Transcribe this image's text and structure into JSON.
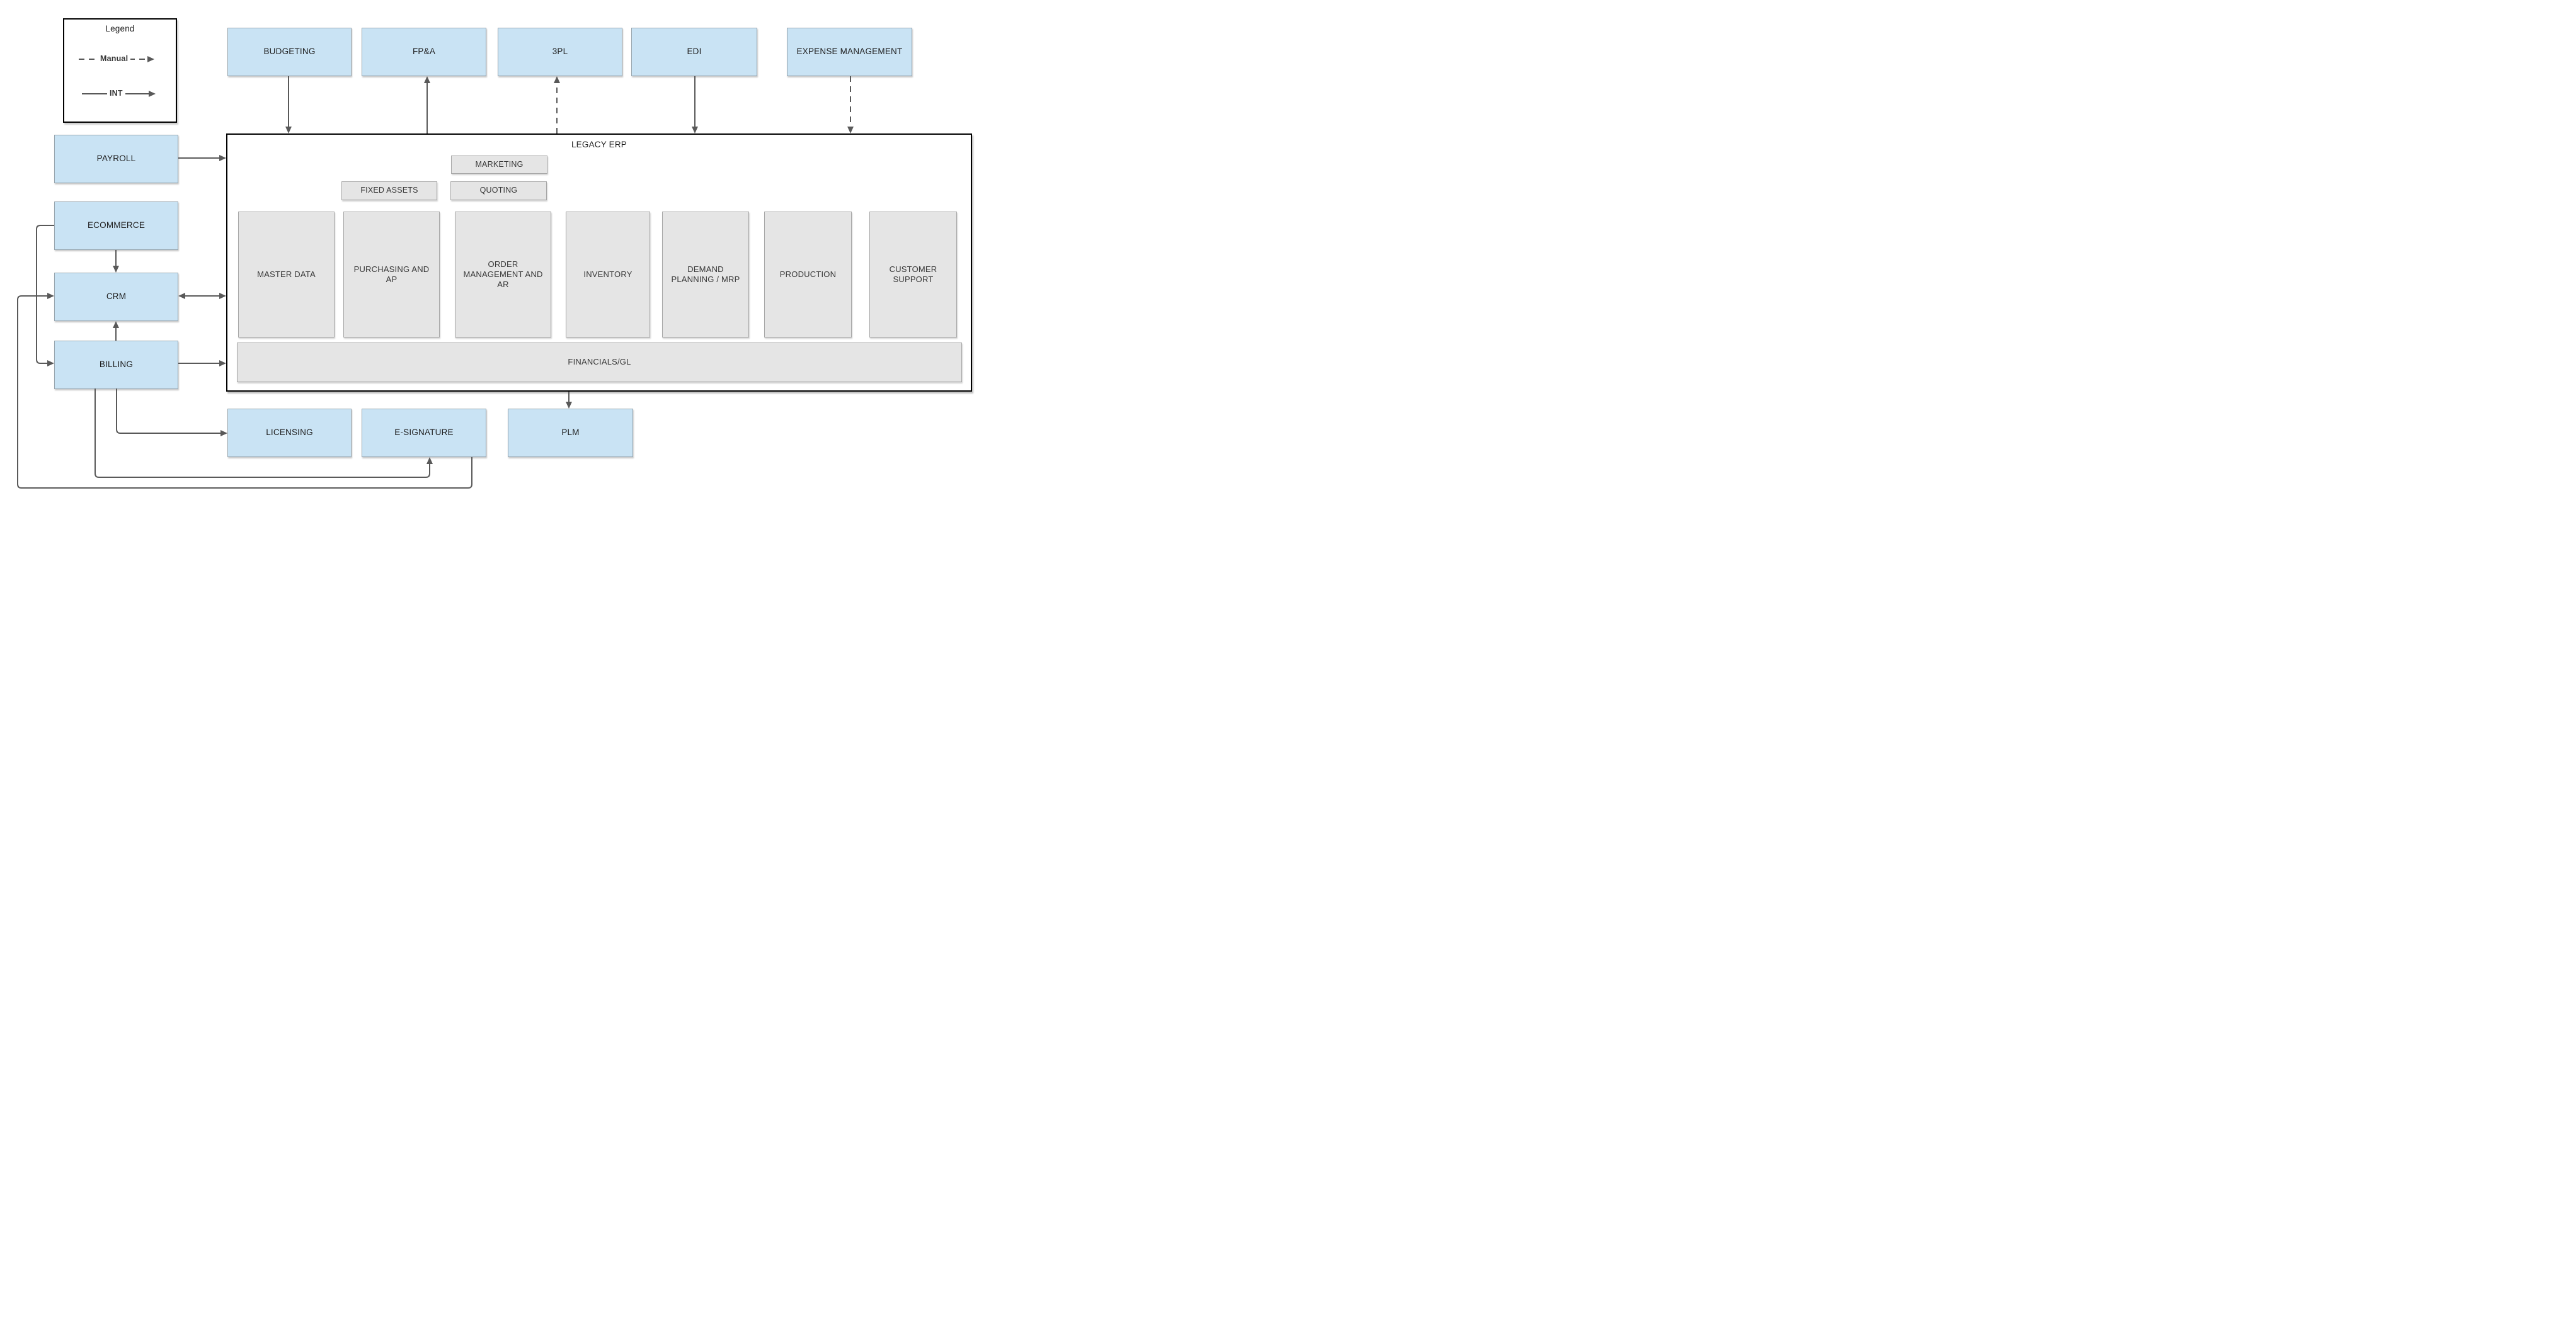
{
  "diagram_title": "LEGACY ERP",
  "colors": {
    "box_blue_fill": "#c9e3f4",
    "box_gray_fill": "#e5e5e5",
    "line_color": "#595959",
    "box_border": "#97a5ae",
    "frame_border": "#000000"
  },
  "legend": {
    "title": "Legend",
    "manual_label": "Manual",
    "int_label": "INT"
  },
  "boxes": {
    "top": [
      {
        "label": "BUDGETING"
      },
      {
        "label": "FP&A"
      },
      {
        "label": "3PL"
      },
      {
        "label": "EDI"
      },
      {
        "label": "EXPENSE MANAGEMENT"
      }
    ],
    "left": [
      {
        "label": "PAYROLL"
      },
      {
        "label": "ECOMMERCE"
      },
      {
        "label": "CRM"
      },
      {
        "label": "BILLING"
      }
    ],
    "bottom": [
      {
        "label": "LICENSING"
      },
      {
        "label": "E-SIGNATURE"
      },
      {
        "label": "PLM"
      }
    ]
  },
  "erp": {
    "title": "LEGACY ERP",
    "small_modules": [
      {
        "label": "MARKETING"
      },
      {
        "label": "FIXED ASSETS"
      },
      {
        "label": "QUOTING"
      }
    ],
    "modules": [
      {
        "label": "MASTER DATA"
      },
      {
        "label": "PURCHASING AND AP"
      },
      {
        "label": "ORDER MANAGEMENT AND AR"
      },
      {
        "label": "INVENTORY"
      },
      {
        "label": "DEMAND PLANNING / MRP"
      },
      {
        "label": "PRODUCTION"
      },
      {
        "label": "CUSTOMER SUPPORT"
      }
    ],
    "bottom_module": {
      "label": "FINANCIALS/GL"
    }
  },
  "connections": [
    {
      "from": "BUDGETING",
      "to": "LEGACY ERP",
      "type": "INT"
    },
    {
      "from": "LEGACY ERP",
      "to": "FP&A",
      "type": "INT"
    },
    {
      "from": "LEGACY ERP",
      "to": "3PL",
      "type": "Manual"
    },
    {
      "from": "EDI",
      "to": "LEGACY ERP",
      "type": "INT"
    },
    {
      "from": "EXPENSE MANAGEMENT",
      "to": "LEGACY ERP",
      "type": "Manual"
    },
    {
      "from": "PAYROLL",
      "to": "LEGACY ERP",
      "type": "INT"
    },
    {
      "from": "ECOMMERCE",
      "to": "CRM",
      "type": "INT"
    },
    {
      "from": "CRM",
      "to": "LEGACY ERP",
      "type": "INT",
      "bidirectional": true
    },
    {
      "from": "BILLING",
      "to": "CRM",
      "type": "INT"
    },
    {
      "from": "BILLING",
      "to": "LEGACY ERP",
      "type": "INT"
    },
    {
      "from": "ECOMMERCE",
      "to": "BILLING",
      "type": "INT"
    },
    {
      "from": "BILLING",
      "to": "LICENSING",
      "type": "INT"
    },
    {
      "from": "BILLING",
      "to": "E-SIGNATURE",
      "type": "INT"
    },
    {
      "from": "E-SIGNATURE",
      "to": "CRM",
      "type": "INT"
    },
    {
      "from": "LEGACY ERP",
      "to": "PLM",
      "type": "INT"
    }
  ]
}
